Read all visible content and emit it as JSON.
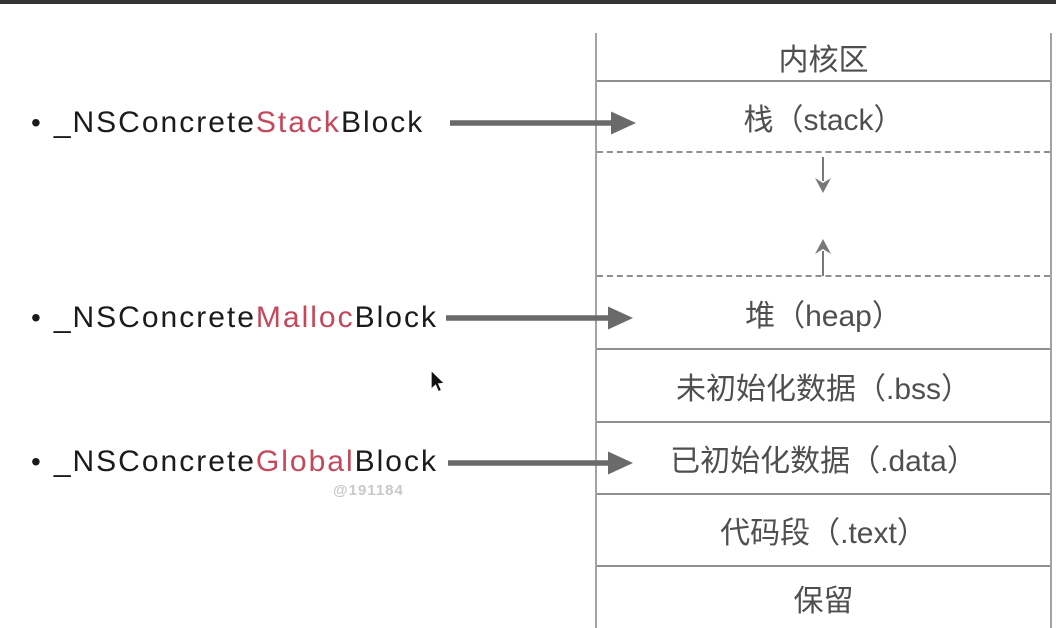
{
  "page": {
    "background": "#ffffff",
    "top_border_color": "#333333"
  },
  "bullets": {
    "marker": "•",
    "items": [
      {
        "prefix": "_NSConcrete",
        "highlight": "Stack",
        "suffix": "Block"
      },
      {
        "prefix": "_NSConcrete",
        "highlight": "Malloc",
        "suffix": "Block"
      },
      {
        "prefix": "_NSConcrete",
        "highlight": "Global",
        "suffix": "Block"
      }
    ]
  },
  "watermark": {
    "text": "@191184"
  },
  "memory_map": {
    "kernel": "内核区",
    "stack": "栈（stack）",
    "heap": "堆（heap）",
    "bss": "未初始化数据（.bss）",
    "data_seg": "已初始化数据（.data）",
    "text_seg": "代码段（.text）",
    "reserved": "保留"
  },
  "colors": {
    "highlight_red": "#c4485a",
    "body_text": "#1b1b1b",
    "table_text": "#4f4f4f",
    "table_line": "#8f8f8f",
    "arrow_gray": "#6a6a6a",
    "watermark_gray": "#c9c9c9"
  }
}
